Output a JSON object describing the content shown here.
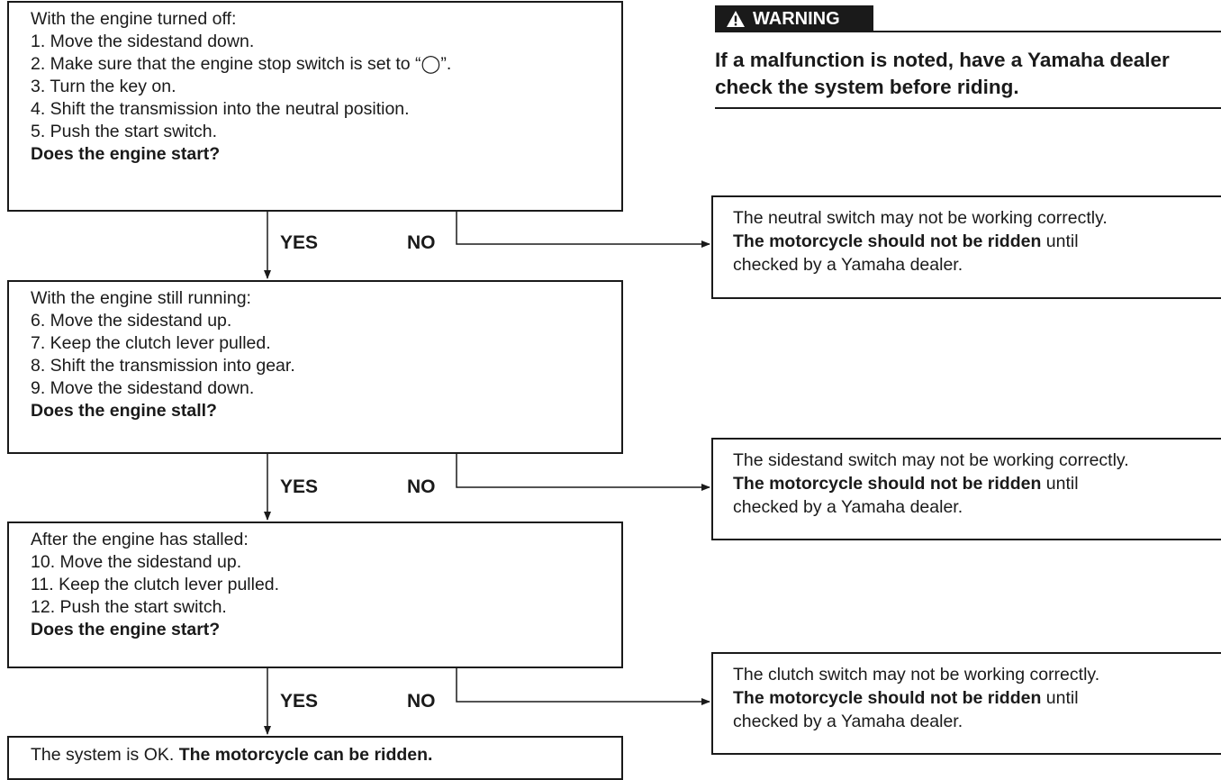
{
  "box1": {
    "lines": [
      "With the engine turned off:",
      "1. Move the sidestand down.",
      "2. Make sure that the engine stop switch is set to “◯”.",
      "3. Turn the key on.",
      "4. Shift the transmission into the neutral position.",
      "5. Push the start switch."
    ],
    "question": "Does the engine start?"
  },
  "box2": {
    "lines": [
      "With the engine still running:",
      "6. Move the sidestand up.",
      "7. Keep the clutch lever pulled.",
      "8. Shift the transmission into gear.",
      "9. Move the sidestand down."
    ],
    "question": "Does the engine stall?"
  },
  "box3": {
    "lines": [
      "After the engine has stalled:",
      "10. Move the sidestand up.",
      "11. Keep the clutch lever pulled.",
      "12. Push the start switch."
    ],
    "question": "Does the engine start?"
  },
  "box4": {
    "prefix": "The system is OK. ",
    "bold": "The motorcycle can be ridden."
  },
  "labels": {
    "yes": "YES",
    "no": "NO"
  },
  "warning": {
    "title": "WARNING",
    "text": "If a malfunction is noted, have a Yamaha dealer check the system before riding."
  },
  "outcomes": [
    {
      "first": "The neutral switch may not be working correctly.",
      "bold": "The motorcycle should not be ridden",
      "rest": " until",
      "last": "checked by a Yamaha dealer."
    },
    {
      "first": "The sidestand switch may not be working correctly.",
      "bold": "The motorcycle should not be ridden",
      "rest": " until",
      "last": "checked by a Yamaha dealer."
    },
    {
      "first": "The clutch switch may not be working correctly.",
      "bold": "The motorcycle should not be ridden",
      "rest": " until",
      "last": "checked by a Yamaha dealer."
    }
  ]
}
